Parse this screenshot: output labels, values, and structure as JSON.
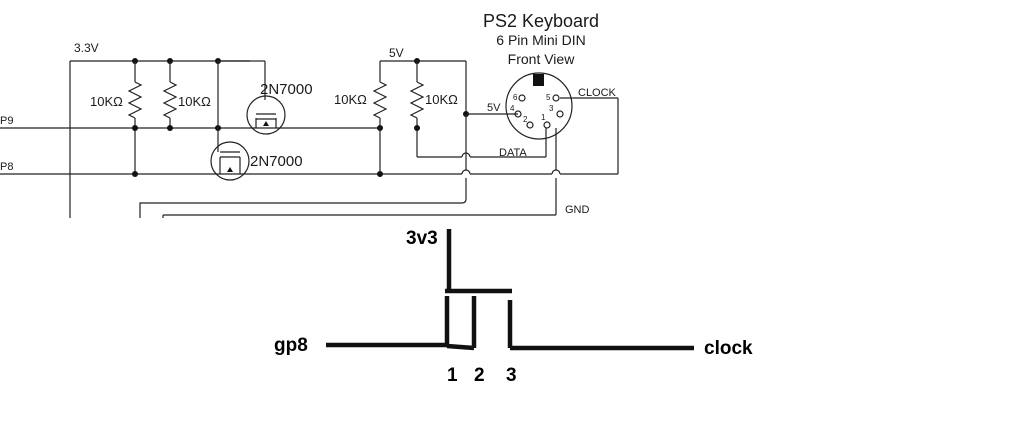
{
  "schematic": {
    "title": "PS2 Keyboard",
    "subtitle": "6 Pin Mini DIN",
    "view": "Front View",
    "rail_3v3": "3.3V",
    "rail_5v": "5V",
    "rail_5v_pin": "5V",
    "resistor_label": "10KΩ",
    "mosfet_label": "2N7000",
    "net_p9": "P9",
    "net_p8": "P8",
    "net_clock": "CLOCK",
    "net_data": "DATA",
    "net_gnd": "GND",
    "pins": [
      "6",
      "5",
      "4",
      "3",
      "2",
      "1"
    ]
  },
  "sketch": {
    "label_3v3": "3v3",
    "label_gp8": "gp8",
    "label_clock": "clock",
    "pin_1": "1",
    "pin_2": "2",
    "pin_3": "3"
  }
}
